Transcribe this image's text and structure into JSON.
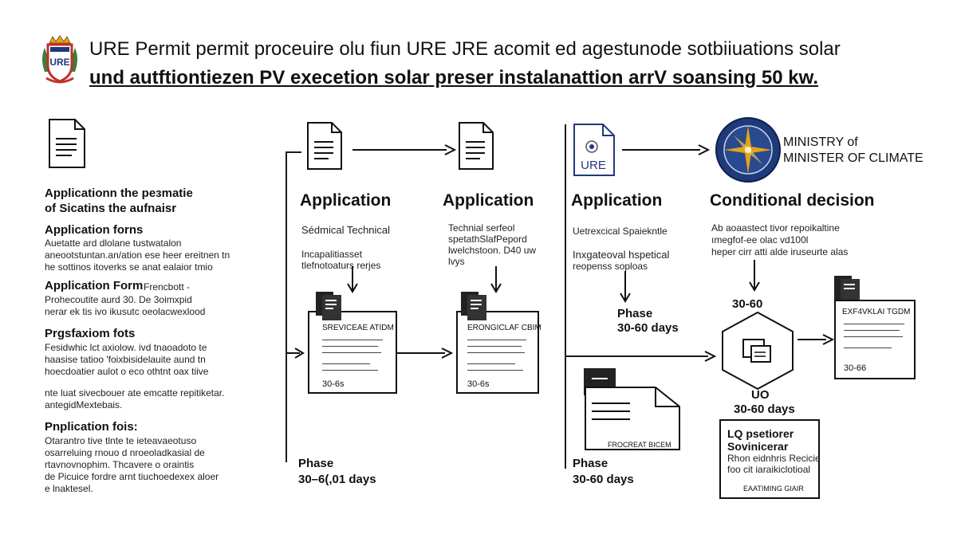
{
  "header": {
    "logo_text": "URE",
    "line1": "URE Permit permit proceuire olu fiun URE JRE acomit ed agestunode sotbiiuations solar",
    "line2": "und autftiontiezen PV execetion solar preser instalanattion arrV soansing 50 kw."
  },
  "left_column": {
    "heading": "Applicationn the peзmatie",
    "subheading": "of Sicatins the aufnaisr",
    "sections": [
      {
        "title": "Application forns",
        "lines": [
          "Auetatte ard dlolane tustwatalon",
          "aneootstuntan.an/ation ese heer ereitnen tn",
          "he sottinos itoverks se anat ealaior tmio"
        ]
      },
      {
        "title": "Application Form",
        "title_extra": "Frencbott -",
        "lines": [
          "Prohecoutite   aurd   30.  De  3oimxpid",
          "nerar ek tis ivo ikusutc oeolacwexlood"
        ]
      },
      {
        "title": "Prgsfaxiom fots",
        "lines": [
          "Fesidwhic lct axiolow. ivd tnaoadoto te",
          "haasise tatioo 'foixbisidelauite aund tn",
          "hoecdoatier aulot o eco othtnt oax tiive"
        ]
      },
      {
        "title": "",
        "lines": [
          "nte luat sivecbouer ate emcatte repitiketar.",
          "antegidMextebais."
        ]
      },
      {
        "title": "Pnplication fois:",
        "lines": [
          "Otarantro tive tlnte te ieteavaeotuso",
          "osarreluing rnouo  d nroeoladkasial de",
          "rtavnovnophim. Thcavere o oraintis",
          "de Picuice fordre arnt tiuchoedexex aloer",
          "e lnaktesel."
        ]
      }
    ]
  },
  "columns": [
    {
      "heading": "Application",
      "label_a": "Sédmical Technical",
      "lines": [
        "Incapalitiasset",
        "tlefnotoaturs rerjes"
      ],
      "doc_title": "SREVICEAE ATIDM",
      "doc_footer": "30-6s",
      "phase": "Phase",
      "days": "30–6(,01 days"
    },
    {
      "heading": "Application",
      "lines": [
        "Technial serfeol",
        "spetathSlafPepord",
        "lwelchstoon. D40 uw",
        "lvys"
      ],
      "doc_title": "ERONGICLAF CBIM",
      "doc_footer": "30-6s"
    },
    {
      "heading": "Application",
      "label_a": "Uetrexcical Spaiekntle",
      "lines": [
        "Inxgateoval hspetical",
        "reopenss soploas"
      ],
      "phase": "Phase",
      "days": "30-60 days",
      "phase2": "Phase",
      "days2": "30-60 days",
      "envelope_label": "FROCREAT BICEM"
    },
    {
      "heading": "Conditional decision",
      "lines": [
        "Ab aoaastect tivor repoikaltine",
        "ımegfof-ee olac vd100l",
        "heper cirr atti alde iruseurte alas"
      ],
      "hex_value": "30-60",
      "uo": "UO",
      "uo_days": "30-60 days",
      "final_doc_title": "EXF4VKLAI TGDM",
      "final_doc_footer": "30-66",
      "box_lines": [
        "LQ psetiorer",
        "Sovinicerar",
        "Rhon eidnhris Recicie",
        "foo cit iaraikiclotioal"
      ],
      "box_footer": "EAATIMING GIAIR"
    }
  ],
  "ministry": {
    "line1": "MINISTRY of",
    "line2": "MINISTER OF CLIMATE"
  },
  "colors": {
    "accent": "#1f3a7a",
    "seal_gold": "#e3a21a",
    "logo_red": "#c0302a",
    "logo_green": "#3e7d3a"
  },
  "icons": [
    "logo-crest-icon",
    "document-icon",
    "ministry-seal-icon",
    "hexagon-icon",
    "envelope-icon"
  ]
}
